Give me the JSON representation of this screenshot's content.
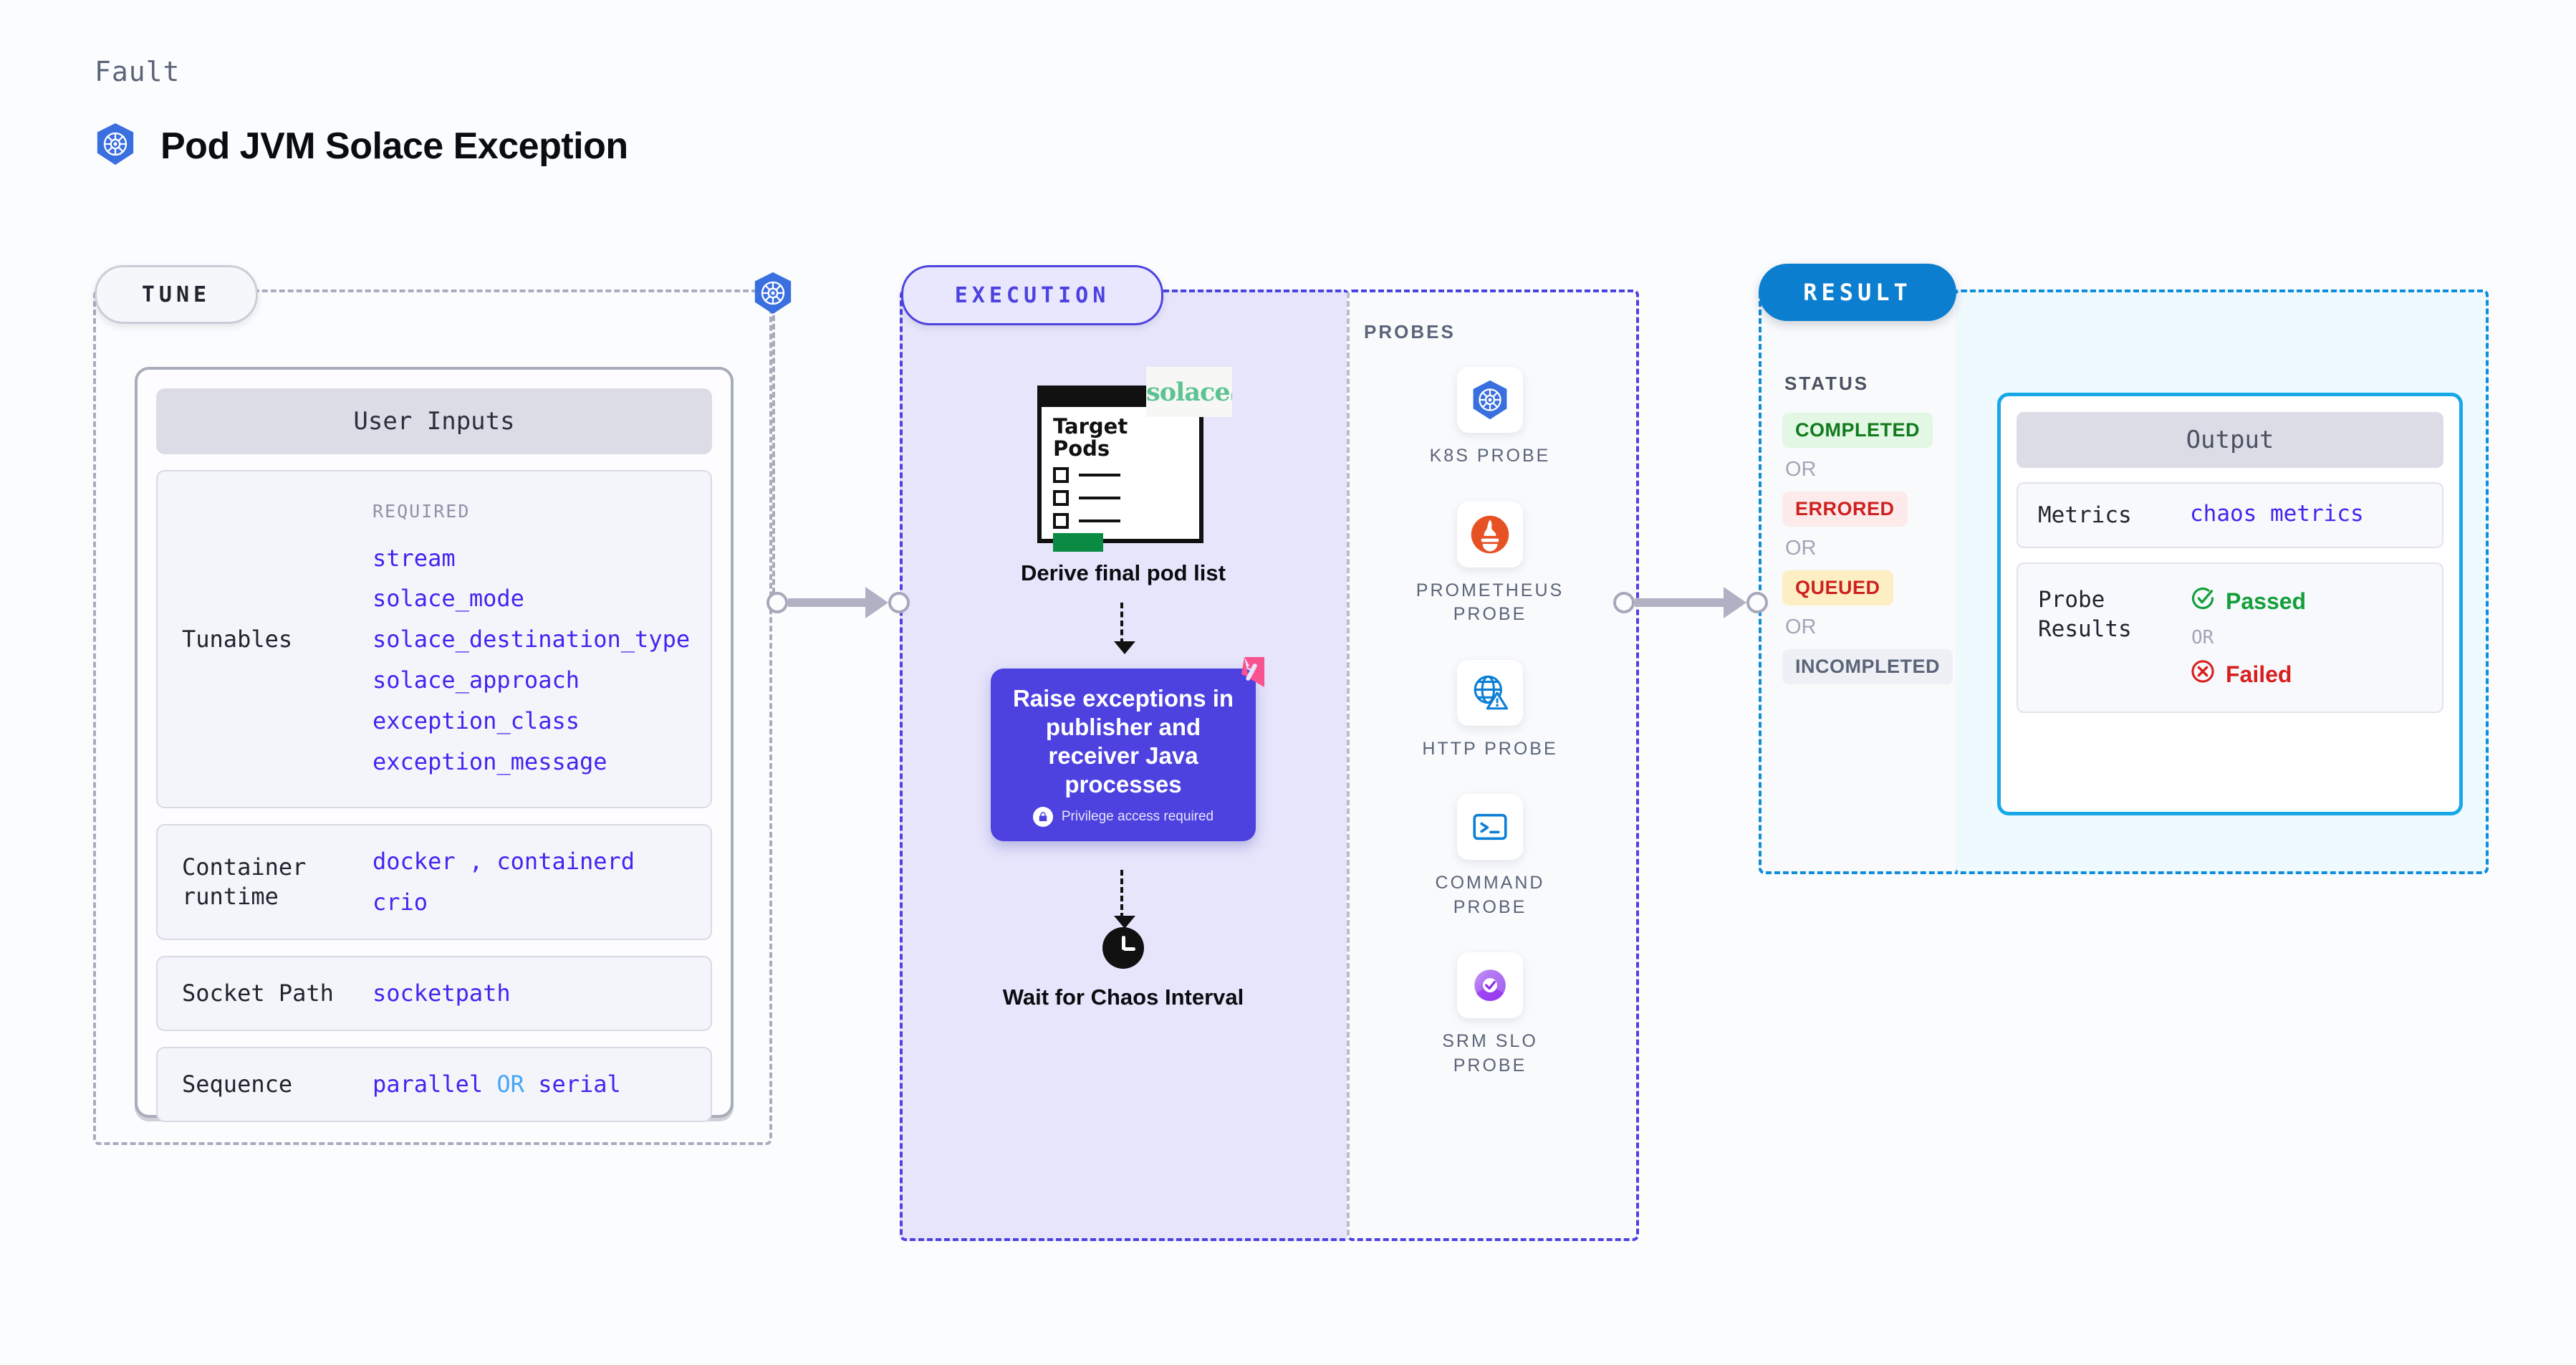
{
  "header": {
    "eyebrow": "Fault",
    "title": "Pod JVM Solace Exception",
    "icon": "kubernetes-icon"
  },
  "stages": {
    "tune": {
      "label": "TUNE"
    },
    "execution": {
      "label": "EXECUTION"
    },
    "result": {
      "label": "RESULT"
    }
  },
  "tune": {
    "card_title": "User Inputs",
    "rows": [
      {
        "label": "Tunables",
        "required_label": "REQUIRED",
        "values": [
          "stream",
          "solace_mode",
          "solace_destination_type",
          "solace_approach",
          "exception_class",
          "exception_message"
        ]
      },
      {
        "label": "Container runtime",
        "values": [
          "docker",
          "containerd",
          "crio"
        ],
        "separator": ","
      },
      {
        "label": "Socket Path",
        "values": [
          "socketpath"
        ]
      },
      {
        "label": "Sequence",
        "values": [
          "parallel",
          "serial"
        ],
        "separator": "OR"
      }
    ]
  },
  "execution": {
    "pod_card": {
      "title_line1": "Target",
      "title_line2": "Pods",
      "brand": "solace",
      "brand_icon": "solace-dot-icon",
      "list_items": 3
    },
    "steps": [
      {
        "label": "Derive final pod list"
      },
      {
        "label": "Raise exceptions in publisher and receiver Java processes",
        "note": "Privilege access required",
        "note_icon": "lock-icon",
        "badge_icon": "litmus-chaos-icon",
        "color": "#4d42e0"
      },
      {
        "label": "Wait for Chaos Interval",
        "icon": "clock-icon"
      }
    ]
  },
  "probes": {
    "section_label": "PROBES",
    "items": [
      {
        "label": "K8S PROBE",
        "icon": "kubernetes-icon"
      },
      {
        "label": "PROMETHEUS PROBE",
        "icon": "prometheus-icon"
      },
      {
        "label": "HTTP PROBE",
        "icon": "http-globe-warning-icon"
      },
      {
        "label": "COMMAND PROBE",
        "icon": "terminal-icon"
      },
      {
        "label": "SRM SLO PROBE",
        "icon": "srm-slo-icon"
      }
    ]
  },
  "result": {
    "status_label": "STATUS",
    "or_label": "OR",
    "statuses": [
      {
        "label": "COMPLETED",
        "color": "#127a1c",
        "bg": "#e2f7e4"
      },
      {
        "label": "ERRORED",
        "color": "#cf2020",
        "bg": "#fdeaea"
      },
      {
        "label": "QUEUED",
        "color": "#cf2020",
        "bg": "#fdeec3"
      },
      {
        "label": "INCOMPLETED",
        "color": "#5b6478",
        "bg": "#eef0f5"
      }
    ]
  },
  "output": {
    "title": "Output",
    "metrics_label": "Metrics",
    "metrics_value": "chaos metrics",
    "probe_results_label": "Probe Results",
    "passed_label": "Passed",
    "failed_label": "Failed",
    "or_label": "OR",
    "passed_icon": "check-circle-icon",
    "failed_icon": "x-circle-icon"
  },
  "colors": {
    "accent_purple": "#4d42e0",
    "accent_blue": "#0b7ed0",
    "accent_cyan": "#16a8e8",
    "value_text": "#4026f0"
  }
}
